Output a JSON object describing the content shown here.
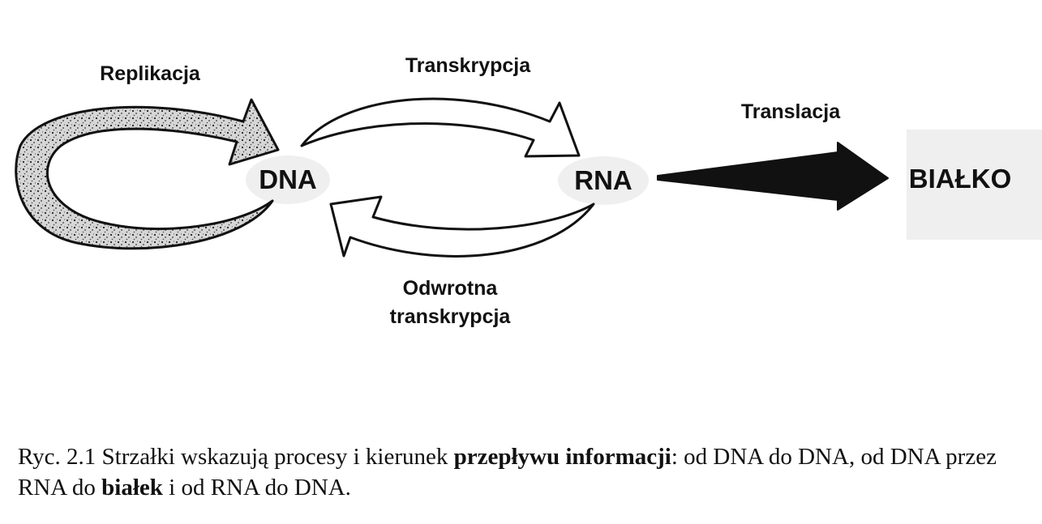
{
  "diagram": {
    "nodes": {
      "dna": "DNA",
      "rna": "RNA",
      "protein": "BIAŁKO"
    },
    "processes": {
      "replication": "Replikacja",
      "transcription": "Transkrypcja",
      "translation": "Translacja",
      "reverse_line1": "Odwrotna",
      "reverse_line2": "transkrypcja"
    },
    "colors": {
      "ink": "#111111",
      "node_background": "#efefef",
      "replication_fill": "#d9d9d9"
    },
    "icons": [
      "replication-curved-arrow-icon",
      "transcription-arrow-icon",
      "reverse-transcription-arrow-icon",
      "translation-arrow-icon"
    ]
  },
  "caption": {
    "prefix": "Ryc. 2.1 Strzałki wskazują procesy i kierunek ",
    "bold1": "przepływu informacji",
    "middle": ": od DNA do DNA, od DNA przez RNA do ",
    "bold2": "białek",
    "suffix": " i od RNA do DNA."
  }
}
